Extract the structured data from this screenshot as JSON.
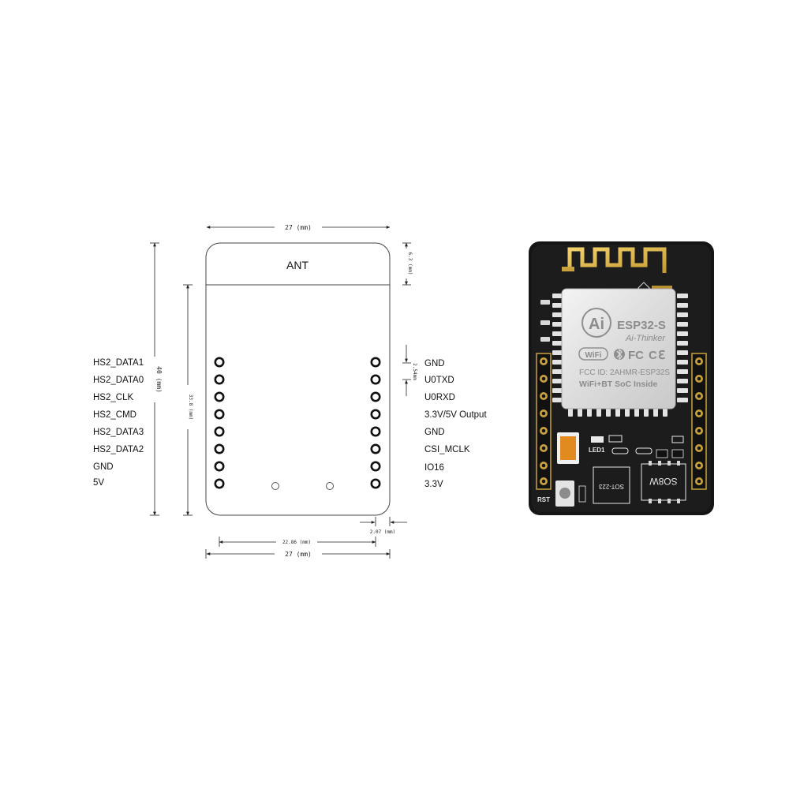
{
  "diagram": {
    "antenna_label": "ANT",
    "dimensions": {
      "top_width": "27 (mm)",
      "bottom_width": "27 (mm)",
      "height": "40 (mm)",
      "pin_column_height": "33.8 (mm)",
      "pin_column_spacing": "22.86 (mm)",
      "antenna_height": "6.3 (mm)",
      "pin_pitch": "2.54mm",
      "edge_offset": "2.07 (mm)"
    },
    "left_pins": [
      "HS2_DATA1",
      "HS2_DATA0",
      "HS2_CLK",
      "HS2_CMD",
      "HS2_DATA3",
      "HS2_DATA2",
      "GND",
      "5V"
    ],
    "right_pins": [
      "GND",
      "U0TXD",
      "U0RXD",
      "3.3V/5V Output",
      "GND",
      "CSI_MCLK",
      "IO16",
      "3.3V"
    ]
  },
  "board": {
    "module_title": "ESP32-S",
    "module_brand": "Ai-Thinker",
    "logo_text": "Ai",
    "wifi_logo": "WiFi",
    "fcc_mark": "FC",
    "ce_mark": "C",
    "fcc_id": "FCC ID: 2AHMR-ESP32S",
    "module_tagline": "WiFi+BT SoC Inside",
    "led_label": "LED1",
    "regulator_label": "SOT-223",
    "flash_label": "SO8W",
    "reset_label": "RST",
    "icons": [
      "antenna-trace-icon",
      "ufl-connector-icon",
      "bluetooth-icon",
      "reset-button-icon"
    ]
  }
}
